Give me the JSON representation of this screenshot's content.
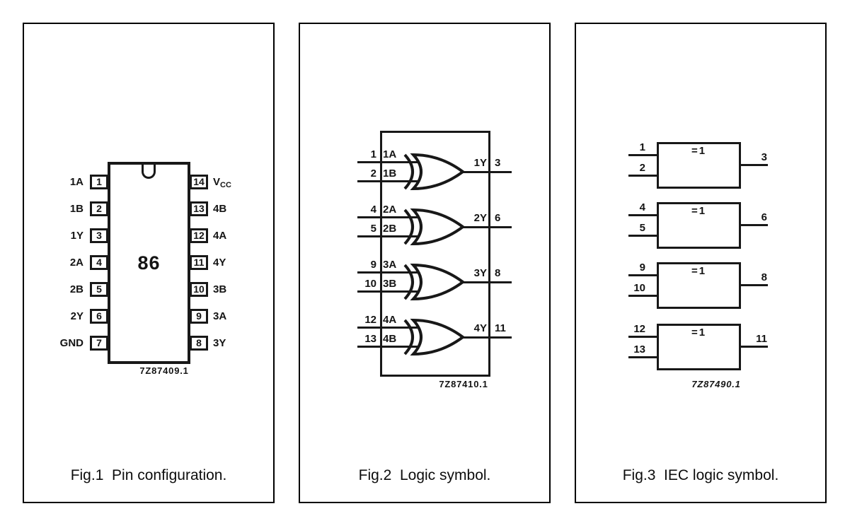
{
  "fig1": {
    "caption": "Fig.1  Pin configuration.",
    "chip_label": "86",
    "drawing_code": "7Z87409.1",
    "left_pins": [
      {
        "label": "1A",
        "number": "1"
      },
      {
        "label": "1B",
        "number": "2"
      },
      {
        "label": "1Y",
        "number": "3"
      },
      {
        "label": "2A",
        "number": "4"
      },
      {
        "label": "2B",
        "number": "5"
      },
      {
        "label": "2Y",
        "number": "6"
      },
      {
        "label": "GND",
        "number": "7"
      }
    ],
    "right_pins": [
      {
        "number": "14",
        "label_base": "V",
        "label_sub": "CC"
      },
      {
        "number": "13",
        "label": "4B"
      },
      {
        "number": "12",
        "label": "4A"
      },
      {
        "number": "11",
        "label": "4Y"
      },
      {
        "number": "10",
        "label": "3B"
      },
      {
        "number": "9",
        "label": "3A"
      },
      {
        "number": "8",
        "label": "3Y"
      }
    ]
  },
  "fig2": {
    "caption": "Fig.2  Logic symbol.",
    "drawing_code": "7Z87410.1",
    "gates": [
      {
        "in1_pin": "1",
        "in1_label": "1A",
        "in2_pin": "2",
        "in2_label": "1B",
        "out_label": "1Y",
        "out_pin": "3"
      },
      {
        "in1_pin": "4",
        "in1_label": "2A",
        "in2_pin": "5",
        "in2_label": "2B",
        "out_label": "2Y",
        "out_pin": "6"
      },
      {
        "in1_pin": "9",
        "in1_label": "3A",
        "in2_pin": "10",
        "in2_label": "3B",
        "out_label": "3Y",
        "out_pin": "8"
      },
      {
        "in1_pin": "12",
        "in1_label": "4A",
        "in2_pin": "13",
        "in2_label": "4B",
        "out_label": "4Y",
        "out_pin": "11"
      }
    ]
  },
  "fig3": {
    "caption": "Fig.3  IEC logic symbol.",
    "drawing_code": "7Z87490.1",
    "block_label": "=1",
    "blocks": [
      {
        "in1": "1",
        "in2": "2",
        "out": "3"
      },
      {
        "in1": "4",
        "in2": "5",
        "out": "6"
      },
      {
        "in1": "9",
        "in2": "10",
        "out": "8"
      },
      {
        "in1": "12",
        "in2": "13",
        "out": "11"
      }
    ]
  }
}
